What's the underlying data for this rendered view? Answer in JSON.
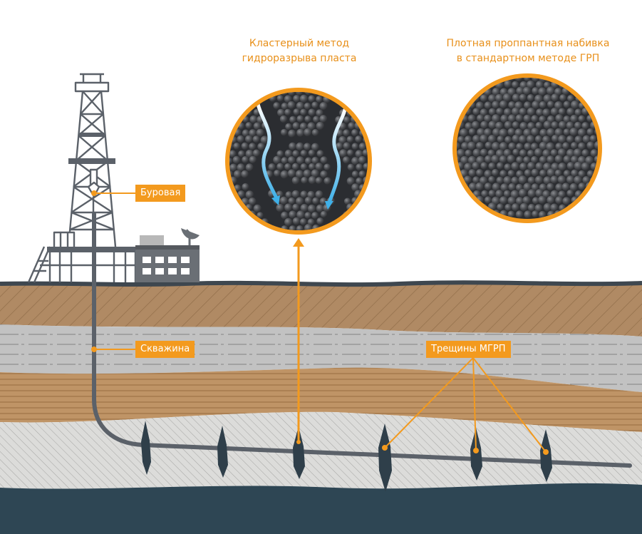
{
  "captions": {
    "cluster": [
      "Кластерный метод",
      "гидроразрыва пласта"
    ],
    "dense": [
      "Плотная проппантная набивка",
      "в стандартном методе ГРП"
    ]
  },
  "labels": {
    "rig": "Буровая",
    "well": "Скважина",
    "fractures": "Трещины МГРП"
  },
  "colors": {
    "accent": "#f39a1e",
    "caption": "#e8901a",
    "topsoil": "#b08a64",
    "gray_layer": "#c2c2c2",
    "sand_layer": "#bf9466",
    "target_layer": "#d9d9d7",
    "bedrock": "#2e4654",
    "ground_line": "#404a52",
    "well_pipe": "#5b6169",
    "proppant": "#4a4c50",
    "flow": "#4ab3e6"
  }
}
